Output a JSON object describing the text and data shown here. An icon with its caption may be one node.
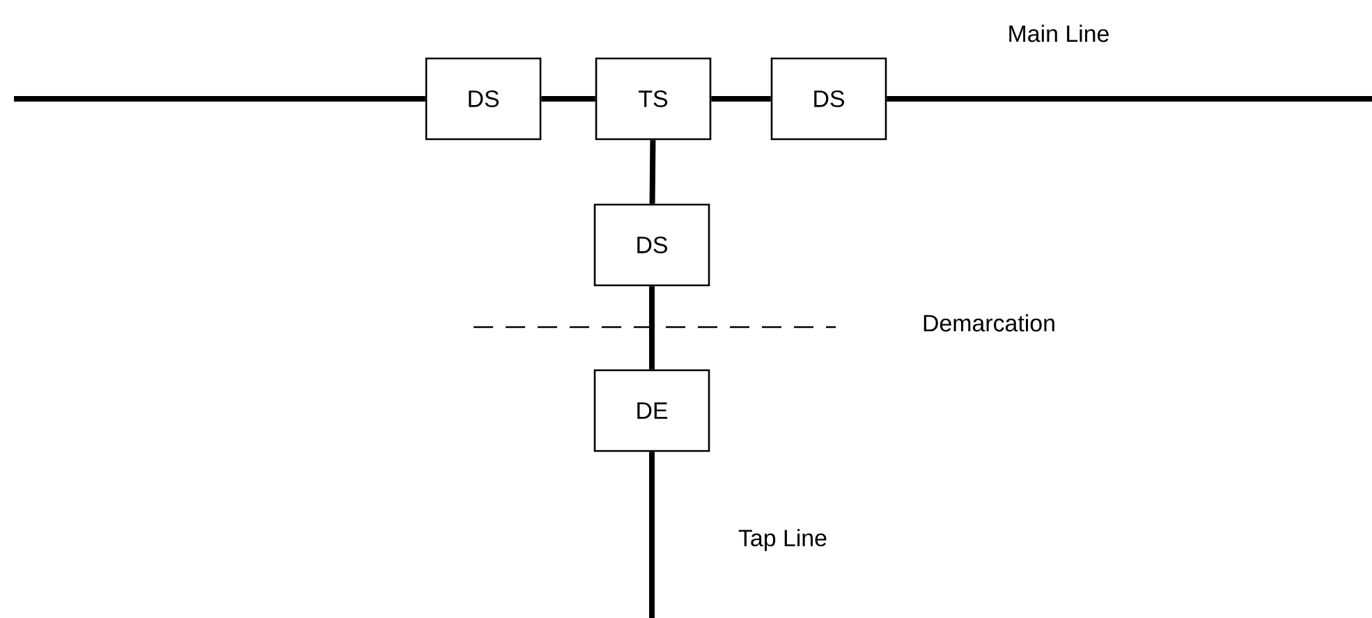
{
  "diagram": {
    "nodes": [
      {
        "text": [
          "DS"
        ]
      },
      {
        "text": [
          "TS"
        ]
      },
      {
        "text": [
          "DS"
        ]
      },
      {
        "text": [
          "DS"
        ]
      },
      {
        "text": [
          "DE"
        ]
      }
    ],
    "edges": [
      {
        "from": null,
        "to": 0,
        "arrow": "none"
      },
      {
        "from": 0,
        "to": 1,
        "arrow": "none"
      },
      {
        "from": 1,
        "to": 2,
        "arrow": "none"
      },
      {
        "from": 2,
        "to": null,
        "arrow": "none"
      },
      {
        "from": 1,
        "to": 3,
        "arrow": "none"
      },
      {
        "from": 3,
        "to": 4,
        "arrow": "none"
      },
      {
        "from": 4,
        "to": null,
        "arrow": "none"
      }
    ],
    "labels": [
      "Main Line",
      "Demarcation",
      "Tap Line"
    ]
  }
}
